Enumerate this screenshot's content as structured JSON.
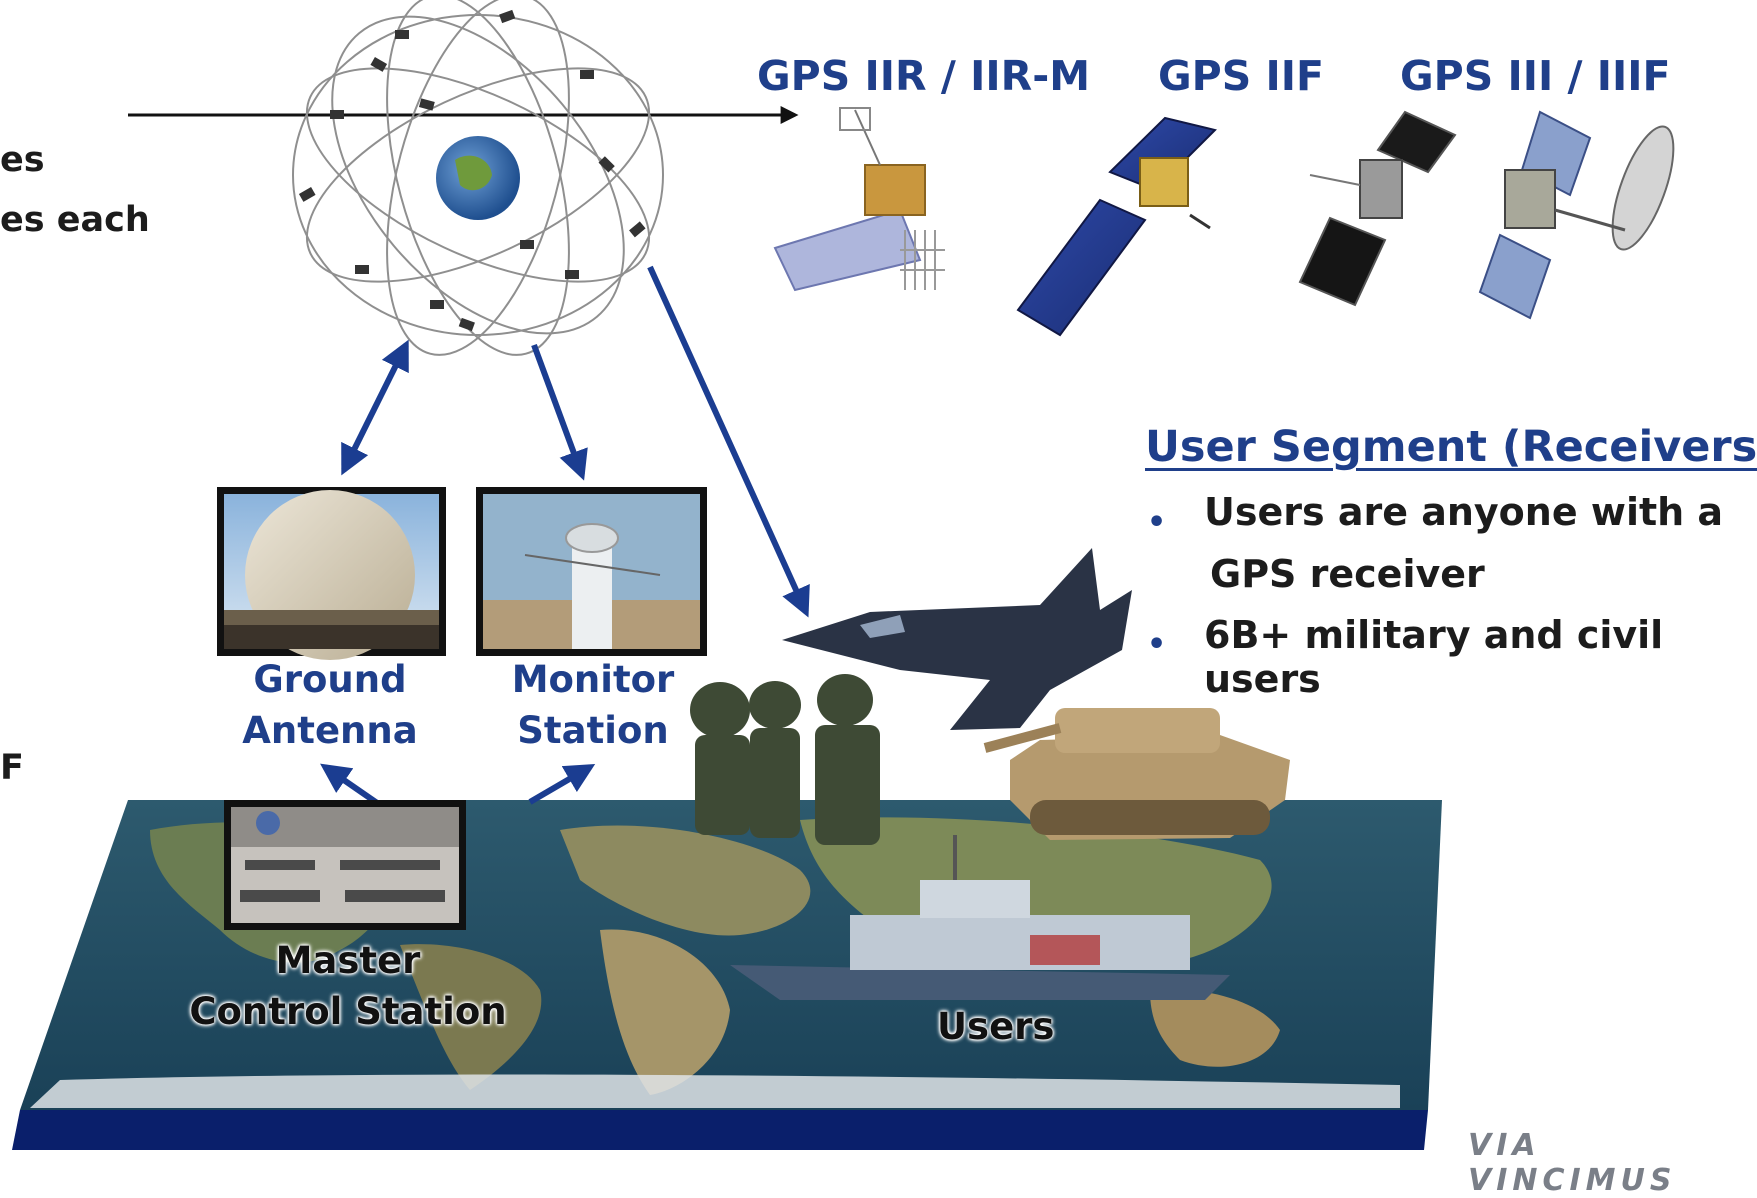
{
  "left_fragments": {
    "line1": "es",
    "line2": "es each",
    "line3": "F"
  },
  "satellites": {
    "gen1": "GPS IIR / IIR-M",
    "gen2": "GPS IIF",
    "gen3": "GPS III / IIIF"
  },
  "ground": {
    "ground_antenna": [
      "Ground",
      "Antenna"
    ],
    "monitor_station": [
      "Monitor",
      "Station"
    ],
    "master_control": [
      "Master",
      "Control Station"
    ]
  },
  "users_label": "Users",
  "user_segment": {
    "title": "User Segment (Receivers)",
    "bullet1_line1": "Users are anyone with a",
    "bullet1_line2": "GPS receiver",
    "bullet2": "6B+ military and civil users",
    "bullet_glyph": "•"
  },
  "footer": {
    "motto": "VIA VINCIMUS"
  },
  "colors": {
    "accent_blue": "#1f3f8a",
    "arrow_blue": "#1b3d91",
    "footer_band": "#0a1f6b"
  }
}
